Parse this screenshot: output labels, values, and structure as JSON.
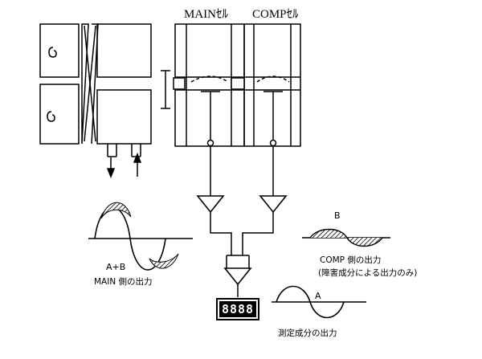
{
  "labels": {
    "main_cell": "MAINｾﾙ",
    "comp_cell": "COMPｾﾙ",
    "a_plus_b": "A+B",
    "main_output": "MAIN 側の出力",
    "b": "B",
    "comp_output_line1": "COMP 側の出力",
    "comp_output_line2": "(障害成分による出力のみ)",
    "a": "A",
    "measured_output": "測定成分の出力"
  },
  "display": {
    "digits": "8888"
  }
}
